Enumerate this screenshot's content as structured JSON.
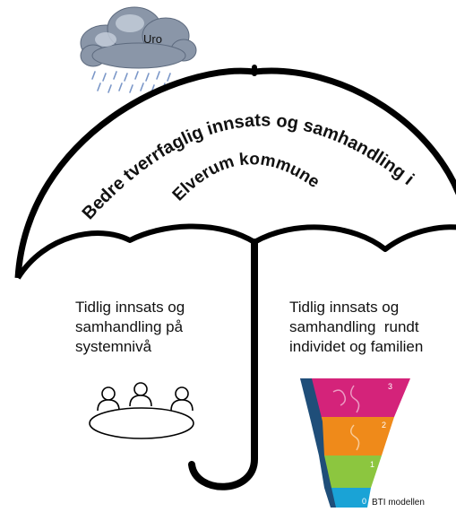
{
  "cloud": {
    "label": "Uro",
    "icon": "rain-cloud-icon"
  },
  "umbrella": {
    "arc_title": "Bedre tverrfaglig innsats og samhandling i",
    "arc_subtitle": "Elverum kommune"
  },
  "left_text": [
    "Tidlig innsats og",
    "samhandling på",
    "systemnivå"
  ],
  "right_text": [
    "Tidlig innsats og",
    "samhandling  rundt",
    "individet og familien"
  ],
  "meeting_icon": "people-around-table-icon",
  "bti": {
    "levels": [
      {
        "number": "3",
        "color": "#d4237a"
      },
      {
        "number": "2",
        "color": "#ef8a1a"
      },
      {
        "number": "1",
        "color": "#8cc63f"
      },
      {
        "number": "0",
        "color": "#1aa3d6"
      }
    ],
    "accent_color": "#1f4e79",
    "label": "BTI modellen",
    "icon": "bti-puzzle-funnel-icon"
  }
}
